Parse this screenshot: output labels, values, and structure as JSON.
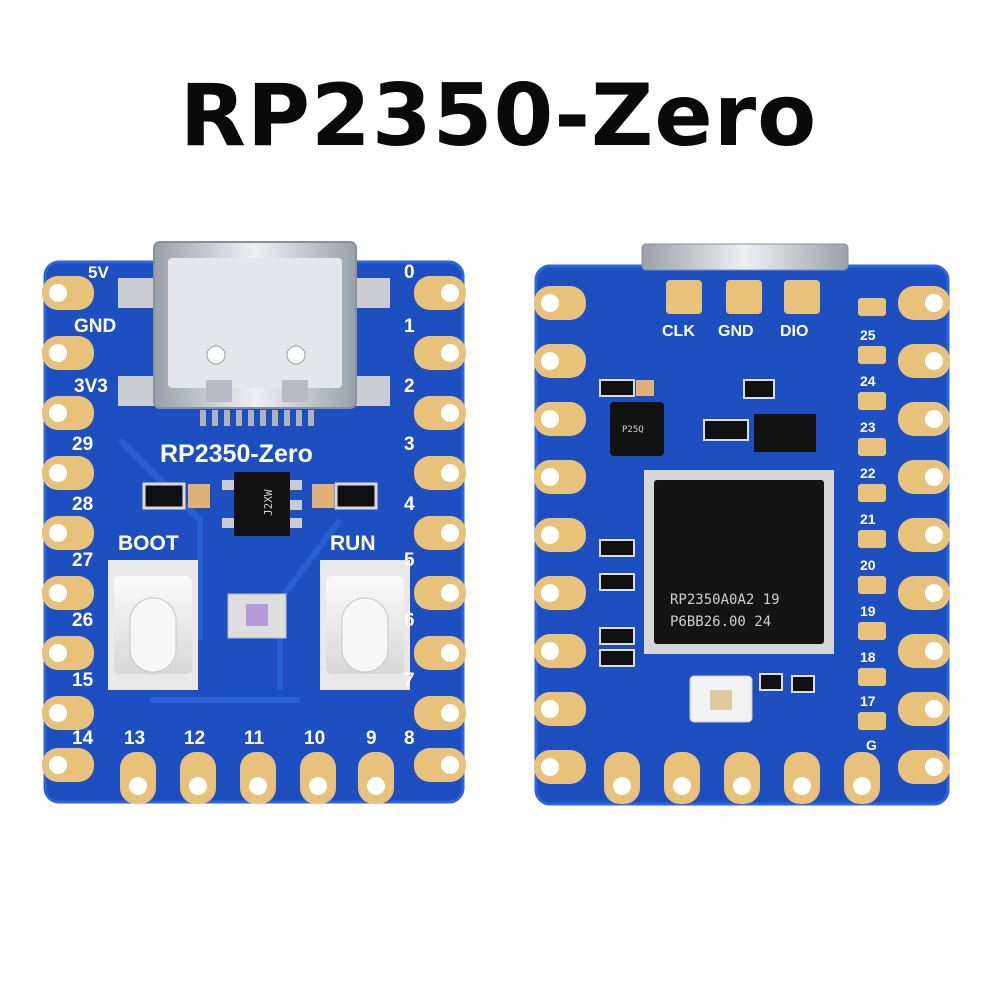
{
  "title": "RP2350-Zero",
  "front": {
    "silkscreen_title": "RP2350-Zero",
    "button_boot": "BOOT",
    "button_run": "RUN",
    "regulator_marking": "J2XW",
    "left_labels": [
      "5V",
      "GND",
      "3V3",
      "29",
      "28",
      "27",
      "26",
      "15",
      "14"
    ],
    "right_labels": [
      "0",
      "1",
      "2",
      "3",
      "4",
      "5",
      "6",
      "7",
      "8"
    ],
    "bottom_labels": [
      "13",
      "12",
      "11",
      "10",
      "9"
    ]
  },
  "back": {
    "debug_labels": [
      "CLK",
      "GND",
      "DIO"
    ],
    "right_labels": [
      "25",
      "24",
      "23",
      "22",
      "21",
      "20",
      "19",
      "18",
      "17",
      "G"
    ],
    "chip_line1": "RP2350A0A2  19",
    "chip_line2": "P6BB26.00   24",
    "flash_marking": "P25Q"
  },
  "colors": {
    "pcb_blue": "#1d4fc0",
    "pcb_edge": "#2a60d8",
    "gold": "#e8c27a",
    "silver": "#c9cdd3"
  }
}
